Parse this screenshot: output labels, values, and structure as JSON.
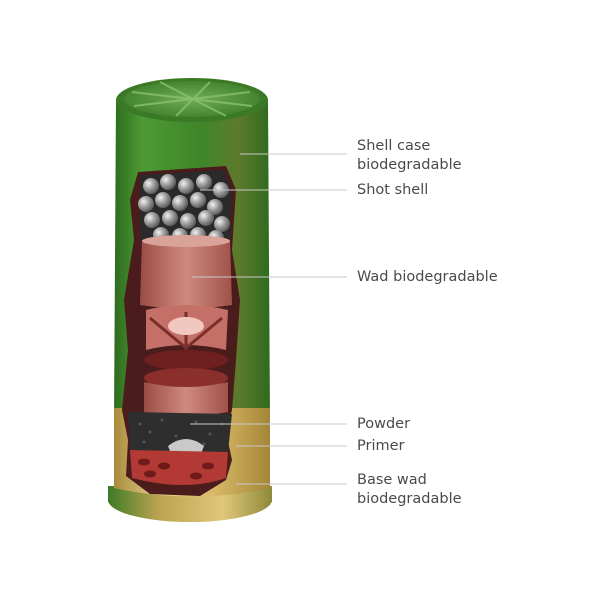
{
  "labels": {
    "shell_case": [
      "Shell case",
      "biodegradable"
    ],
    "shot_shell": "Shot shell",
    "wad": "Wad biodegradable",
    "powder": "Powder",
    "primer": "Primer",
    "base_wad": [
      "Base wad",
      "biodegradable"
    ]
  },
  "colors": {
    "shell_green": "#3f8a2a",
    "brass": "#d8bc6c",
    "wad_red": "#b96a62",
    "shot_gray": "#9a9a9a",
    "leader_line": "#c8c8c8",
    "label_text": "#4a4a4a"
  }
}
